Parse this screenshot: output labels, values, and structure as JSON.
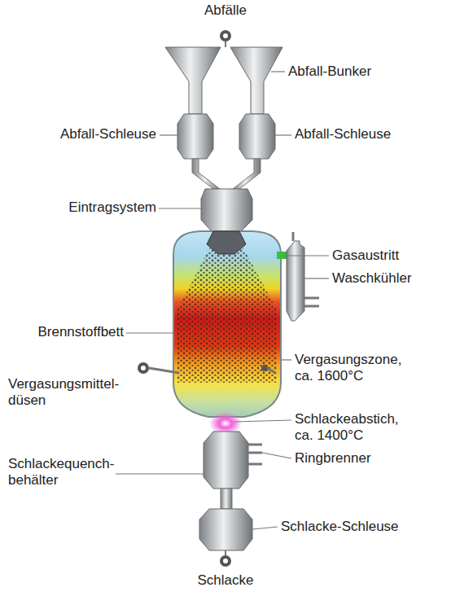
{
  "diagram": {
    "labels": [
      "Abfälle",
      "Abfall-Bunker",
      "Abfall-Schleuse",
      "Abfall-Schleuse",
      "Eintragsystem",
      "Gasaustritt",
      "Waschkühler",
      "Brennstoffbett",
      "Vergasungszone, ca. 1600°C",
      "Vergasungsmittel- düsen",
      "Schlackeabstich, ca. 1400°C",
      "Ringbrenner",
      "Schlackequench- behälter",
      "Schlacke-Schleuse",
      "Schlacke"
    ]
  }
}
